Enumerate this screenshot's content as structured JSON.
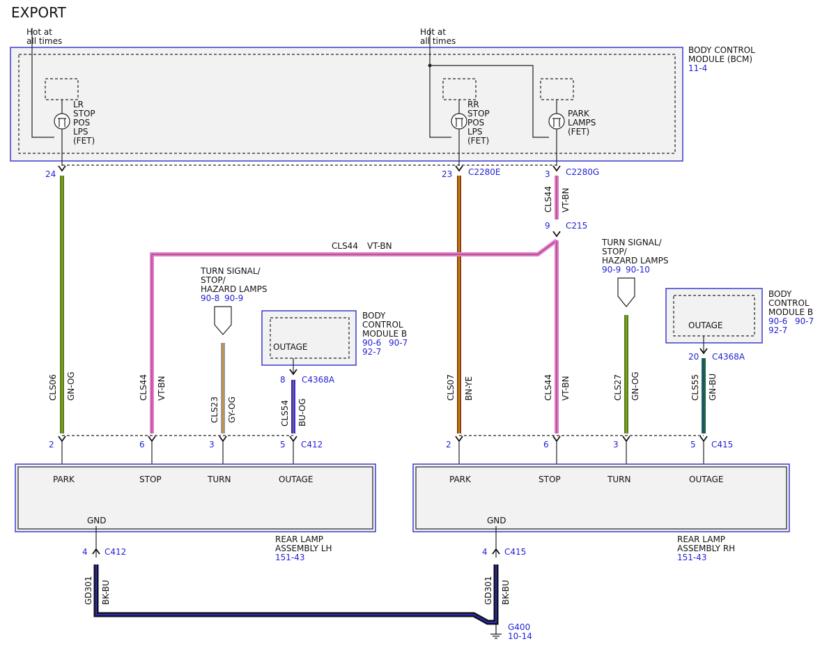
{
  "title": "EXPORT",
  "hot_label": [
    "Hot at",
    "all times"
  ],
  "bcm": {
    "name": [
      "BODY CONTROL",
      "MODULE (BCM)"
    ],
    "ref": "11-4",
    "fets": [
      [
        "LR",
        "STOP",
        "POS",
        "LPS",
        "(FET)"
      ],
      [
        "RR",
        "STOP",
        "POS",
        "LPS",
        "(FET)"
      ],
      [
        "PARK",
        "LAMPS",
        "(FET)"
      ]
    ]
  },
  "bcm_b": {
    "name": [
      "BODY",
      "CONTROL",
      "MODULE B"
    ],
    "refs": [
      "90-6",
      "90-7",
      "92-7"
    ],
    "outage": "OUTAGE"
  },
  "turn_signal": {
    "label": [
      "TURN SIGNAL/",
      "STOP/",
      "HAZARD LAMPS"
    ],
    "left_refs": [
      "90-8",
      "90-9"
    ],
    "right_refs": [
      "90-9",
      "90-10"
    ]
  },
  "connectors": {
    "c2280e": "C2280E",
    "c2280g": "C2280G",
    "c215": "C215",
    "c4368a": "C4368A",
    "c412": "C412",
    "c415": "C415"
  },
  "pins": {
    "p24": "24",
    "p23": "23",
    "p3": "3",
    "p9": "9",
    "p8": "8",
    "p20": "20",
    "p2": "2",
    "p6": "6",
    "p5": "5",
    "p4": "4"
  },
  "circuits": {
    "cls06": "CLS06",
    "cls44": "CLS44",
    "cls23": "CLS23",
    "cls54": "CLS54",
    "cls07": "CLS07",
    "cls27": "CLS27",
    "cls55": "CLS55",
    "gd301": "GD301"
  },
  "wire_colors": {
    "gn_og": "GN-OG",
    "vt_bn": "VT-BN",
    "gy_og": "GY-OG",
    "bu_og": "BU-OG",
    "bn_ye": "BN-YE",
    "gn_bu": "GN-BU",
    "bk_bu": "BK-BU"
  },
  "lamp_lh": {
    "pins": [
      "PARK",
      "STOP",
      "TURN",
      "OUTAGE"
    ],
    "gnd": "GND",
    "name": [
      "REAR LAMP",
      "ASSEMBLY LH"
    ],
    "ref": "151-43"
  },
  "lamp_rh": {
    "pins": [
      "PARK",
      "STOP",
      "TURN",
      "OUTAGE"
    ],
    "gnd": "GND",
    "name": [
      "REAR LAMP",
      "ASSEMBLY RH"
    ],
    "ref": "151-43"
  },
  "ground": {
    "name": "G400",
    "ref": "10-14"
  },
  "colors": {
    "module_border": "#3a3ad0",
    "module_fill": "#f2f2f2",
    "label_blue": "#1f1fd6",
    "green": "#3f8a1c",
    "og_stripe": "#d98c1a",
    "violet": "#e27bdc",
    "brown": "#8a3a12",
    "yellow": "#e0b000",
    "gray": "#9a9a9a",
    "blue": "#2b2bd6",
    "dark_green": "#1a6b3a",
    "black": "#111111"
  }
}
